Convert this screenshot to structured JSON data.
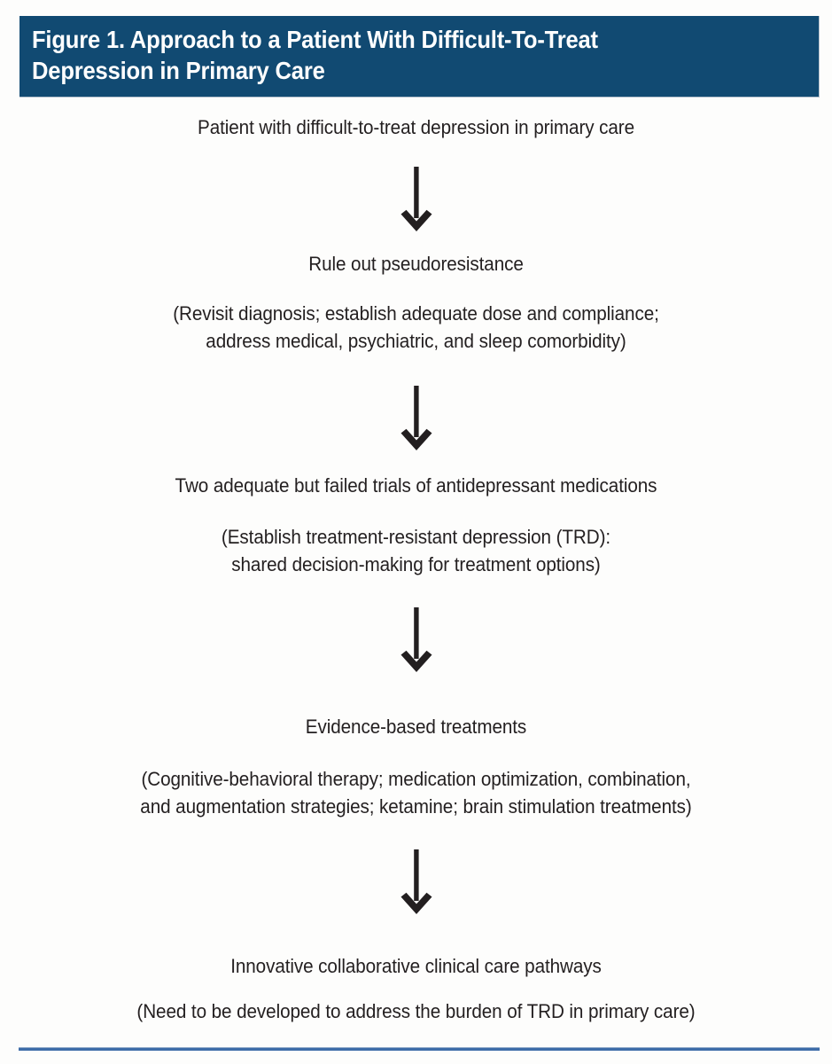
{
  "figure": {
    "title": "Figure 1. Approach to a Patient With Difficult-To-Treat\nDepression in Primary Care",
    "title_line_1": "Figure 1. Approach to a Patient With Difficult-To-Treat",
    "title_line_2": "Depression in Primary Care",
    "header_background_color": "#114A72",
    "header_text_color": "#FFFFFF",
    "body_text_color": "#231F20",
    "rule_color": "#3D6CA8",
    "background_color": "#FDFDFC"
  },
  "flow": {
    "arrow_label": "downward-arrow",
    "steps": [
      {
        "id": "step-1",
        "heading": "Patient with difficult-to-treat depression in primary care",
        "detail": ""
      },
      {
        "id": "step-2",
        "heading": "Rule out pseudoresistance",
        "detail": "(Revisit diagnosis; establish adequate dose and compliance;\naddress medical, psychiatric, and sleep comorbidity)"
      },
      {
        "id": "step-3",
        "heading": "Two adequate but failed trials of antidepressant medications",
        "detail": "(Establish treatment-resistant depression (TRD):\nshared decision-making for treatment options)"
      },
      {
        "id": "step-4",
        "heading": "Evidence-based treatments",
        "detail": "(Cognitive-behavioral therapy; medication optimization, combination,\nand augmentation strategies; ketamine; brain stimulation treatments)"
      },
      {
        "id": "step-5",
        "heading": "Innovative collaborative clinical care pathways",
        "detail": "(Need to be developed to address the burden of TRD in primary care)"
      }
    ]
  }
}
